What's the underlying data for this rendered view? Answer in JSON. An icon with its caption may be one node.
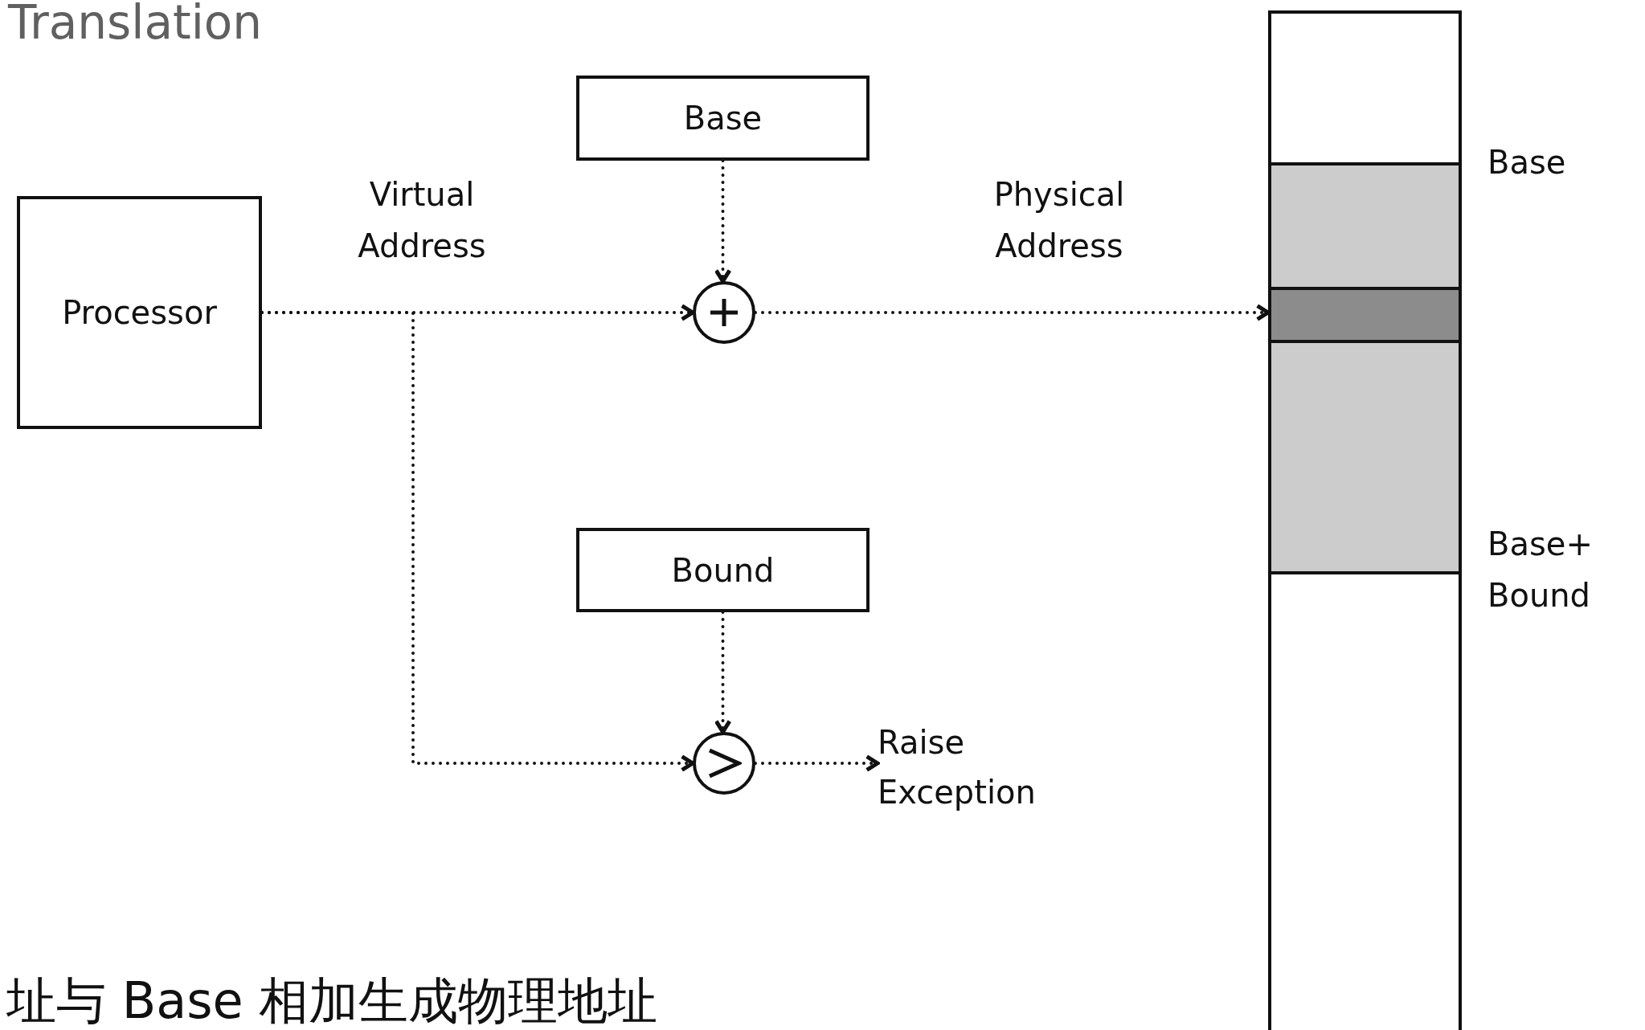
{
  "diagram": {
    "title": "Translation",
    "nodes": [
      {
        "text": [
          "Processor"
        ]
      },
      {
        "text": [
          "Base"
        ]
      },
      {
        "text": [],
        "shape": "circle"
      },
      {
        "text": [
          "Bound"
        ]
      },
      {
        "text": [],
        "shape": "circle"
      },
      {
        "text": [
          "Raise Exception"
        ]
      },
      {
        "text": [],
        "shape": "bar"
      },
      {
        "text": [],
        "shape": "box",
        "in": 6
      },
      {
        "text": [],
        "shape": "box",
        "in": 7
      }
    ],
    "edges": [
      {
        "from": 0,
        "to": 2,
        "arrow": "to",
        "label": "Virtual Address",
        "style": "dashed"
      },
      {
        "from": 0,
        "to": 4,
        "arrow": "to",
        "style": "dashed"
      },
      {
        "from": 1,
        "to": 2,
        "arrow": "to",
        "style": "dashed"
      },
      {
        "from": 3,
        "to": 4,
        "arrow": "to",
        "style": "dashed"
      },
      {
        "from": 2,
        "to": 8,
        "arrow": "to",
        "label": "Physical Address",
        "style": "dashed"
      },
      {
        "from": 4,
        "to": 5,
        "arrow": "to",
        "style": "dashed"
      }
    ],
    "labels": [
      "Base",
      "Base+ Bound",
      "址与 Base 相加生成物理地址"
    ]
  }
}
